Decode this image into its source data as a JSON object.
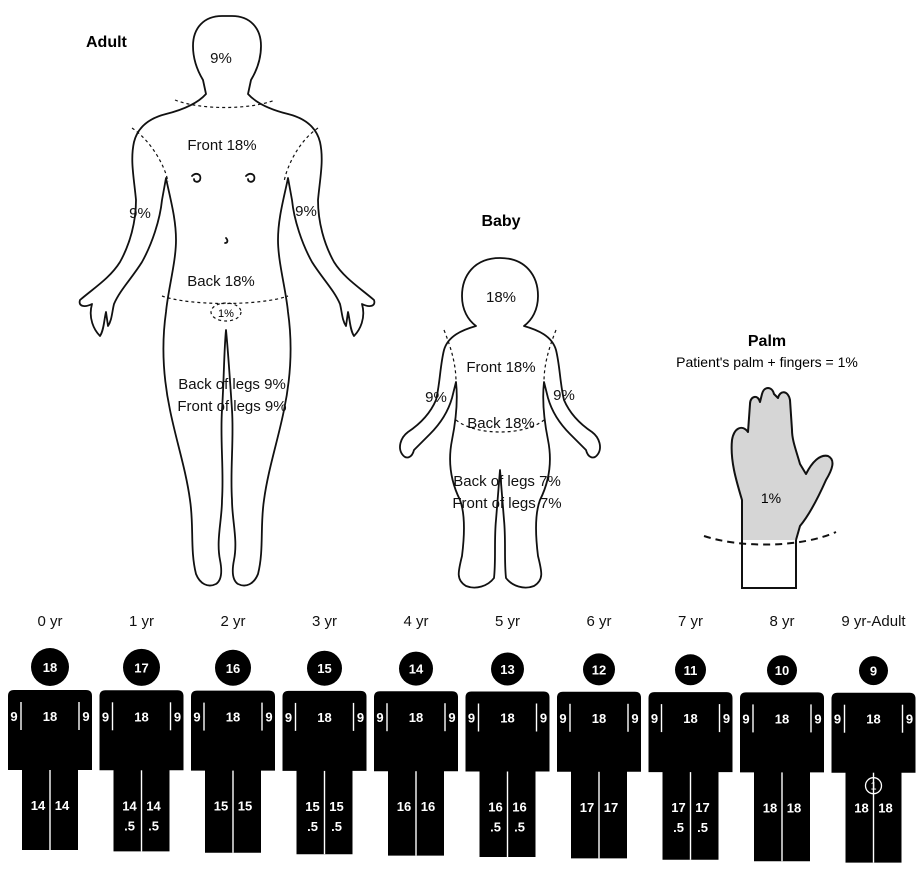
{
  "adult": {
    "title": "Adult",
    "head": "9%",
    "front": "Front 18%",
    "back": "Back 18%",
    "arm_left": "9%",
    "arm_right": "9%",
    "groin": "1%",
    "back_legs": "Back of legs 9%",
    "front_legs": "Front of legs 9%"
  },
  "baby": {
    "title": "Baby",
    "head": "18%",
    "front": "Front 18%",
    "back": "Back 18%",
    "arm_left": "9%",
    "arm_right": "9%",
    "back_legs": "Back of legs 7%",
    "front_legs": "Front of legs 7%"
  },
  "palm": {
    "title": "Palm",
    "caption": "Patient's palm + fingers = 1%",
    "value": "1%"
  },
  "age_chart": [
    {
      "age": "0 yr",
      "head": "18",
      "arm_left": "9",
      "trunk": "18",
      "arm_right": "9",
      "leg_left": "14",
      "leg_right": "14",
      "leg_left_frac": "",
      "leg_right_frac": "",
      "groin": ""
    },
    {
      "age": "1 yr",
      "head": "17",
      "arm_left": "9",
      "trunk": "18",
      "arm_right": "9",
      "leg_left": "14",
      "leg_right": "14",
      "leg_left_frac": ".5",
      "leg_right_frac": ".5",
      "groin": ""
    },
    {
      "age": "2 yr",
      "head": "16",
      "arm_left": "9",
      "trunk": "18",
      "arm_right": "9",
      "leg_left": "15",
      "leg_right": "15",
      "leg_left_frac": "",
      "leg_right_frac": "",
      "groin": ""
    },
    {
      "age": "3 yr",
      "head": "15",
      "arm_left": "9",
      "trunk": "18",
      "arm_right": "9",
      "leg_left": "15",
      "leg_right": "15",
      "leg_left_frac": ".5",
      "leg_right_frac": ".5",
      "groin": ""
    },
    {
      "age": "4 yr",
      "head": "14",
      "arm_left": "9",
      "trunk": "18",
      "arm_right": "9",
      "leg_left": "16",
      "leg_right": "16",
      "leg_left_frac": "",
      "leg_right_frac": "",
      "groin": ""
    },
    {
      "age": "5 yr",
      "head": "13",
      "arm_left": "9",
      "trunk": "18",
      "arm_right": "9",
      "leg_left": "16",
      "leg_right": "16",
      "leg_left_frac": ".5",
      "leg_right_frac": ".5",
      "groin": ""
    },
    {
      "age": "6 yr",
      "head": "12",
      "arm_left": "9",
      "trunk": "18",
      "arm_right": "9",
      "leg_left": "17",
      "leg_right": "17",
      "leg_left_frac": "",
      "leg_right_frac": "",
      "groin": ""
    },
    {
      "age": "7 yr",
      "head": "11",
      "arm_left": "9",
      "trunk": "18",
      "arm_right": "9",
      "leg_left": "17",
      "leg_right": "17",
      "leg_left_frac": ".5",
      "leg_right_frac": ".5",
      "groin": ""
    },
    {
      "age": "8 yr",
      "head": "10",
      "arm_left": "9",
      "trunk": "18",
      "arm_right": "9",
      "leg_left": "18",
      "leg_right": "18",
      "leg_left_frac": "",
      "leg_right_frac": "",
      "groin": ""
    },
    {
      "age": "9 yr-Adult",
      "head": "9",
      "arm_left": "9",
      "trunk": "18",
      "arm_right": "9",
      "leg_left": "18",
      "leg_right": "18",
      "leg_left_frac": "",
      "leg_right_frac": "",
      "groin": "1"
    }
  ]
}
